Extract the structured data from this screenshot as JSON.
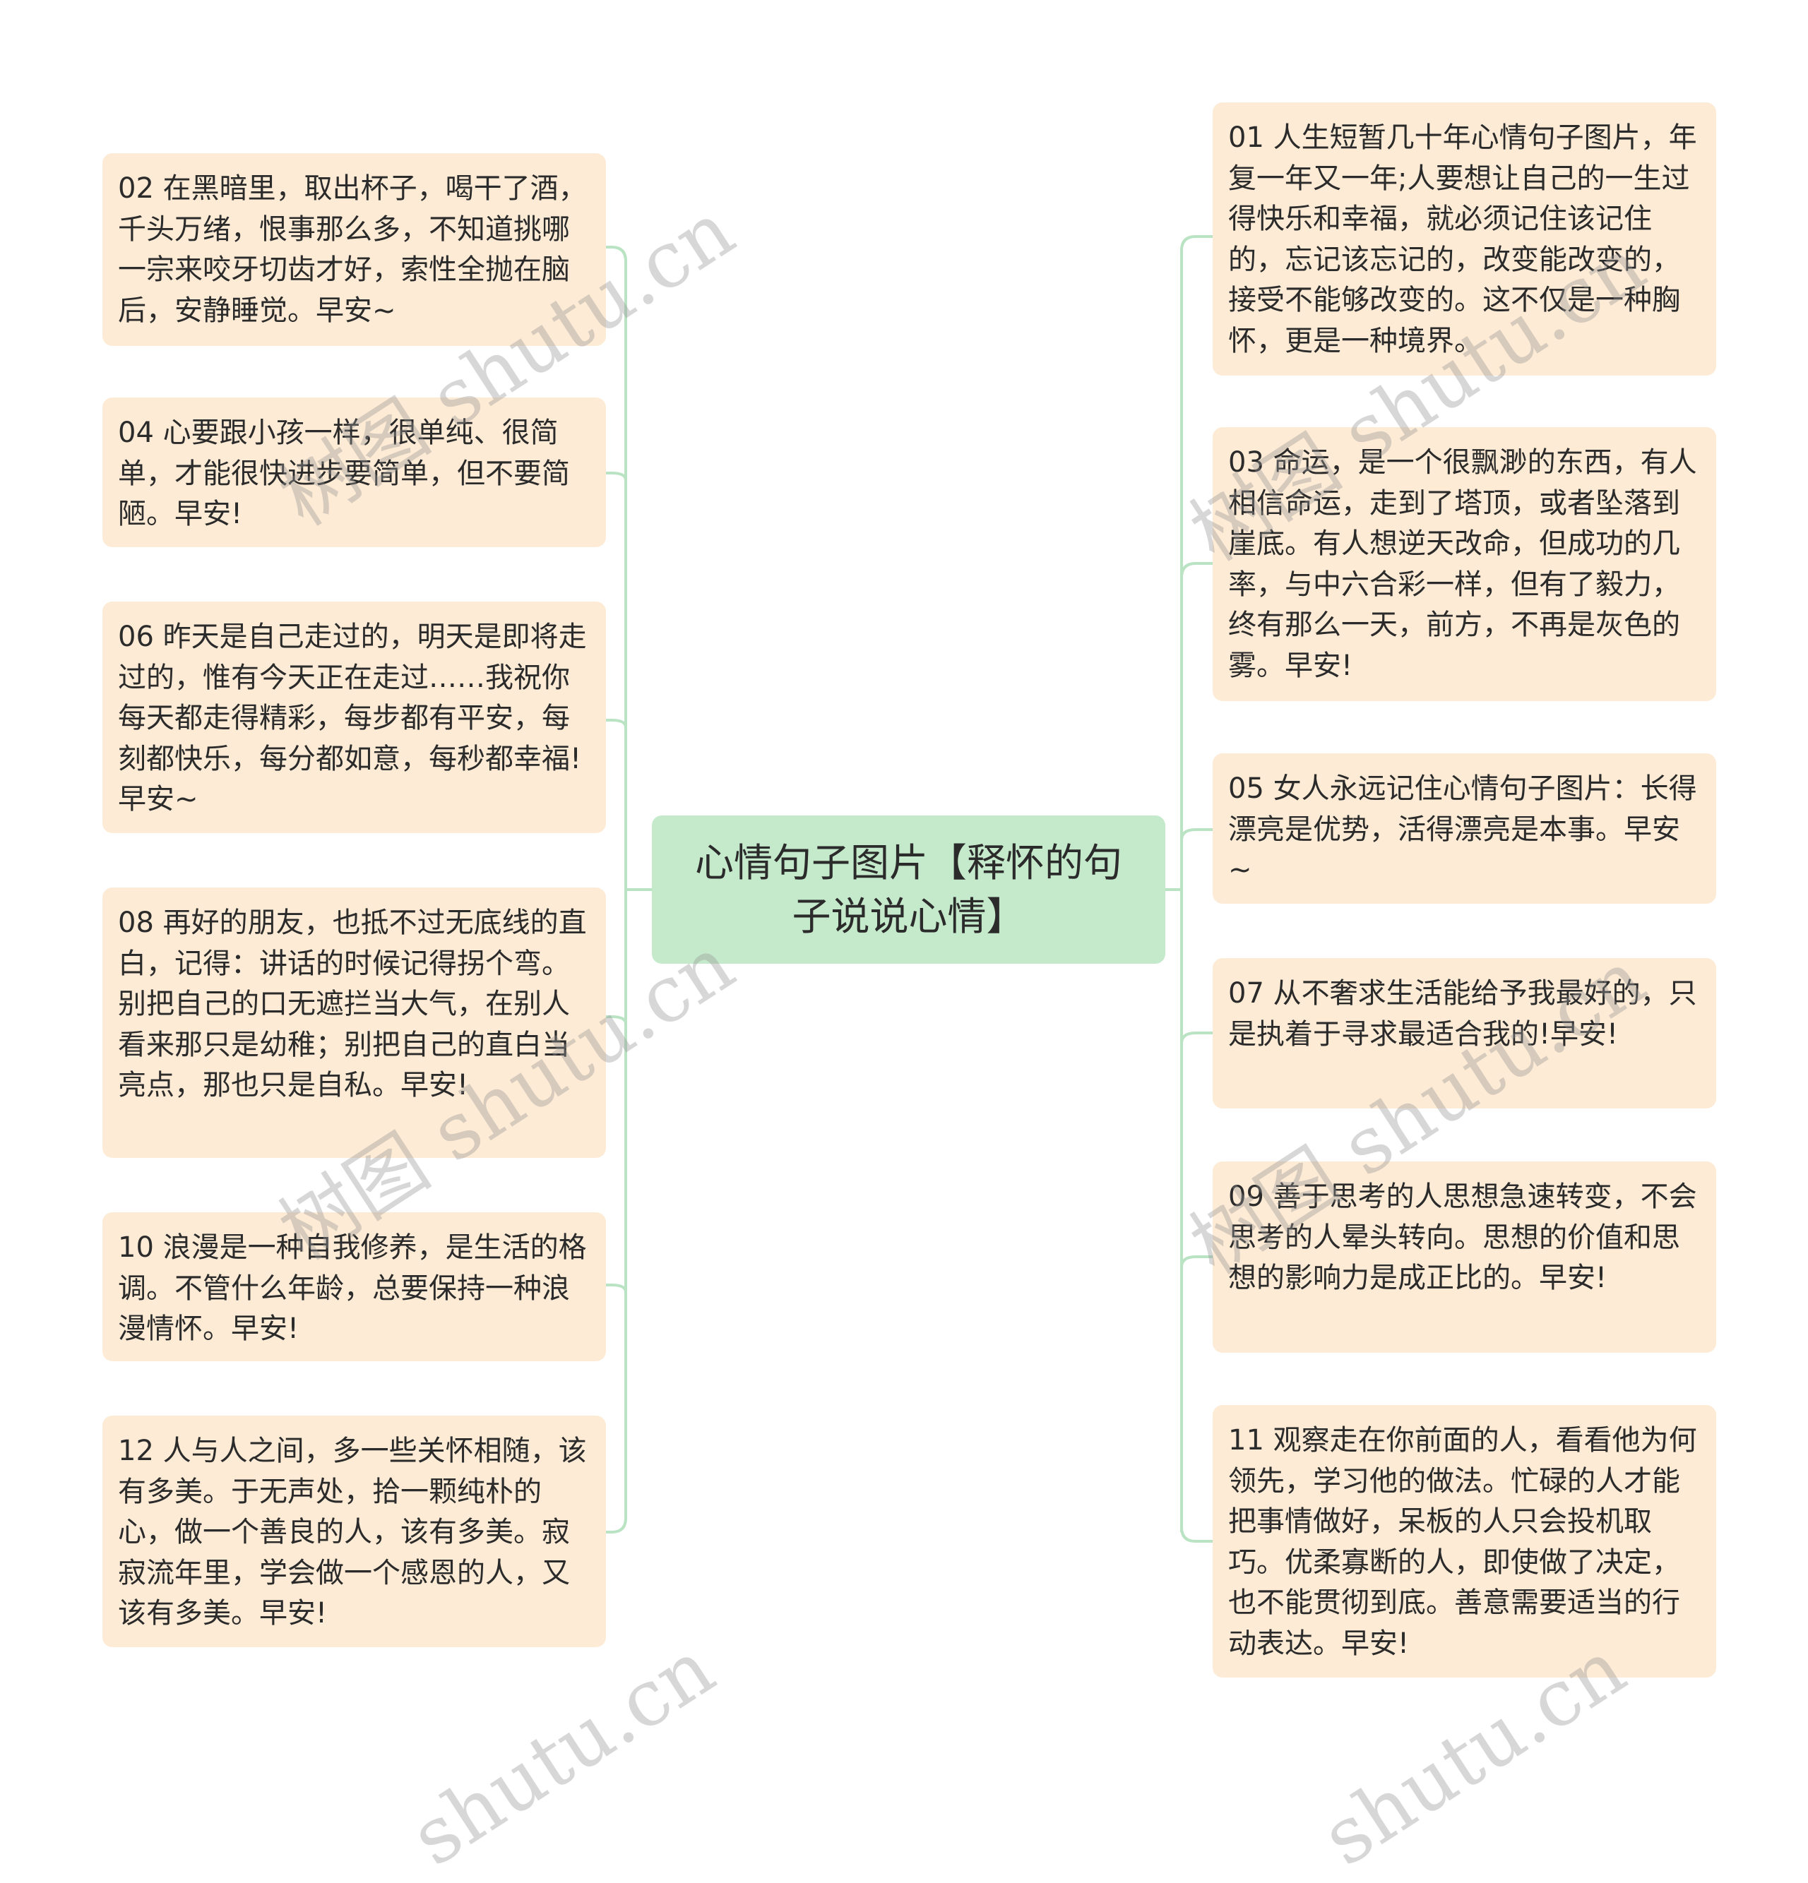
{
  "mindmap": {
    "root": {
      "label": "心情句子图片【释怀的句子说说心情】",
      "color": "#c5eacb"
    },
    "branch_color": "#fdebd5",
    "line_color": "#b9e3c3",
    "left": [
      {
        "label": " 02 在黑暗里，取出杯子，喝干了酒，千头万绪，恨事那么多，不知道挑哪一宗来咬牙切齿才好，索性全抛在脑后，安静睡觉。早安~"
      },
      {
        "label": " 04 心要跟小孩一样，很单纯、很简单，才能很快进步要简单，但不要简陋。早安!"
      },
      {
        "label": " 06 昨天是自己走过的，明天是即将走过的，惟有今天正在走过……我祝你每天都走得精彩，每步都有平安，每刻都快乐，每分都如意，每秒都幸福!早安~"
      },
      {
        "label": " 08 再好的朋友，也抵不过无底线的直白，记得：讲话的时候记得拐个弯。别把自己的口无遮拦当大气，在别人看来那只是幼稚；别把自己的直白当亮点，那也只是自私。早安!"
      },
      {
        "label": " 10 浪漫是一种自我修养，是生活的格调。不管什么年龄，总要保持一种浪漫情怀。早安!"
      },
      {
        "label": " 12 人与人之间，多一些关怀相随，该有多美。于无声处，拾一颗纯朴的心，做一个善良的人，该有多美。寂寂流年里，学会做一个感恩的人，又该有多美。早安!"
      }
    ],
    "right": [
      {
        "label": " 01 人生短暂几十年心情句子图片，年复一年又一年;人要想让自己的一生过得快乐和幸福，就必须记住该记住的，忘记该忘记的，改变能改变的，接受不能够改变的。这不仅是一种胸怀，更是一种境界。"
      },
      {
        "label": " 03 命运，是一个很飘渺的东西，有人相信命运，走到了塔顶，或者坠落到崖底。有人想逆天改命，但成功的几率，与中六合彩一样，但有了毅力，终有那么一天，前方，不再是灰色的雾。早安!"
      },
      {
        "label": " 05 女人永远记住心情句子图片：长得漂亮是优势，活得漂亮是本事。早安~"
      },
      {
        "label": " 07 从不奢求生活能给予我最好的，只是执着于寻求最适合我的!早安!"
      },
      {
        "label": " 09 善于思考的人思想急速转变，不会思考的人晕头转向。思想的价值和思想的影响力是成正比的。早安!"
      },
      {
        "label": " 11 观察走在你前面的人，看看他为何领先，学习他的做法。忙碌的人才能把事情做好，呆板的人只会投机取巧。优柔寡断的人，即使做了决定，也不能贯彻到底。善意需要适当的行动表达。早安!"
      }
    ]
  },
  "watermarks": [
    "树图 shutu.cn",
    "树图 shutu.cn",
    "树图 shutu.cn",
    "树图 shutu.cn",
    "shutu.cn",
    "shutu.cn"
  ]
}
